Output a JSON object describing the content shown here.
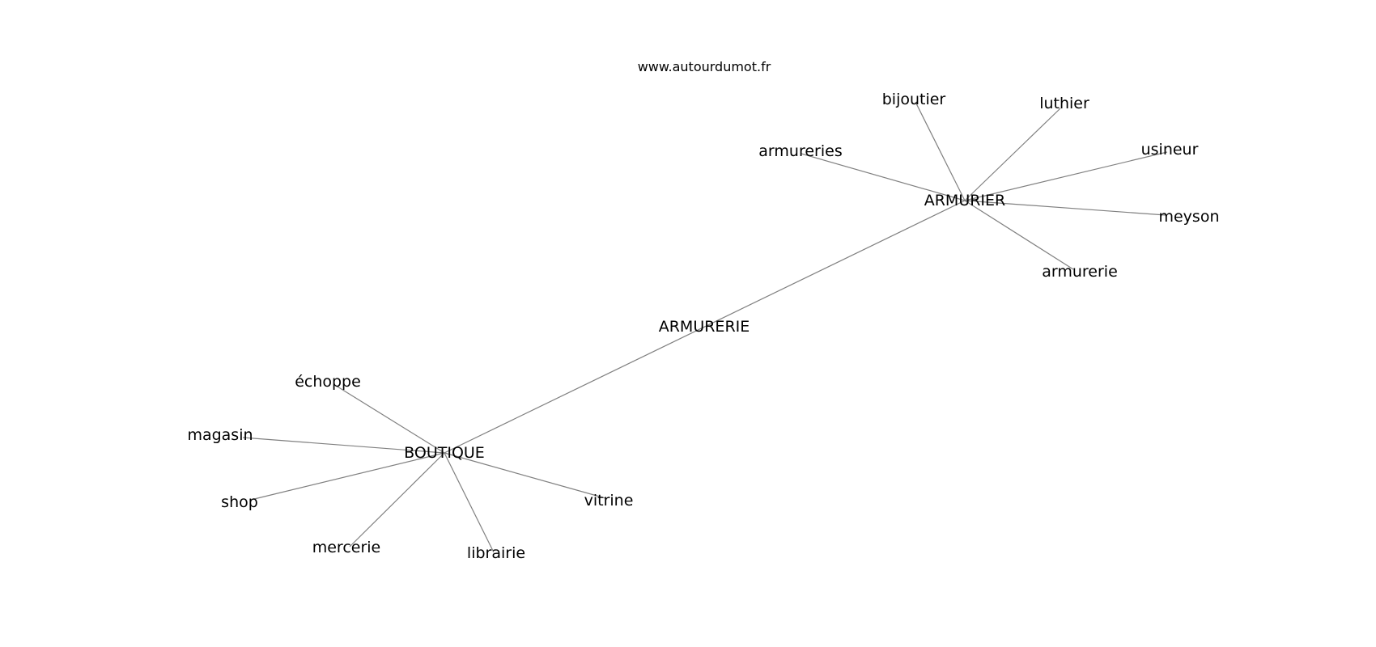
{
  "site": "www.autourdumot.fr",
  "nodes": [
    {
      "id": "armurerie_center",
      "label": "ARMURERIE"
    },
    {
      "id": "armurier",
      "label": "ARMURIER"
    },
    {
      "id": "boutique",
      "label": "BOUTIQUE"
    },
    {
      "id": "bijoutier",
      "label": "bijoutier"
    },
    {
      "id": "luthier",
      "label": "luthier"
    },
    {
      "id": "armureries",
      "label": "armureries"
    },
    {
      "id": "usineur",
      "label": "usineur"
    },
    {
      "id": "meyson",
      "label": "meyson"
    },
    {
      "id": "armurerie",
      "label": "armurerie"
    },
    {
      "id": "echoppe",
      "label": "échoppe"
    },
    {
      "id": "magasin",
      "label": "magasin"
    },
    {
      "id": "shop",
      "label": "shop"
    },
    {
      "id": "mercerie",
      "label": "mercerie"
    },
    {
      "id": "librairie",
      "label": "librairie"
    },
    {
      "id": "vitrine",
      "label": "vitrine"
    }
  ],
  "edges": [
    [
      "armurier",
      "boutique"
    ],
    [
      "armurier",
      "bijoutier"
    ],
    [
      "armurier",
      "luthier"
    ],
    [
      "armurier",
      "armureries"
    ],
    [
      "armurier",
      "usineur"
    ],
    [
      "armurier",
      "meyson"
    ],
    [
      "armurier",
      "armurerie"
    ],
    [
      "boutique",
      "echoppe"
    ],
    [
      "boutique",
      "magasin"
    ],
    [
      "boutique",
      "shop"
    ],
    [
      "boutique",
      "mercerie"
    ],
    [
      "boutique",
      "librairie"
    ],
    [
      "boutique",
      "vitrine"
    ]
  ]
}
